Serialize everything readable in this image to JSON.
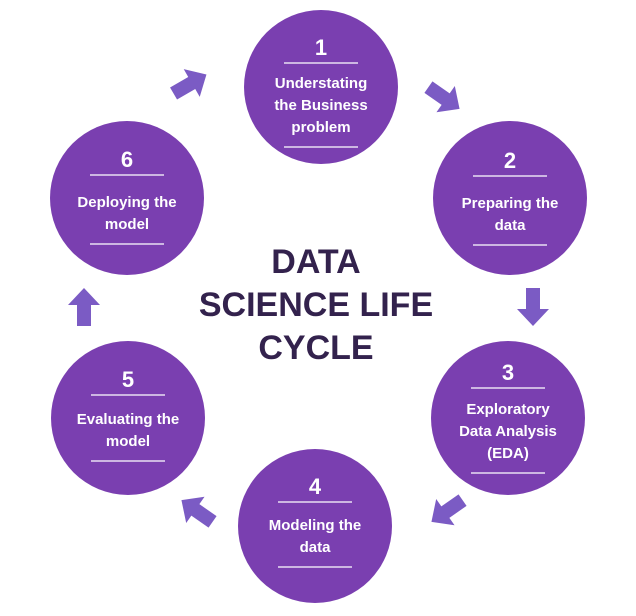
{
  "title_lines": [
    "DATA",
    "SCIENCE LIFE",
    "CYCLE"
  ],
  "colors": {
    "circle_fill": "#7a3fb0",
    "arrow_fill": "#7b5bc4",
    "title_text": "#33224d",
    "circle_text": "#ffffff"
  },
  "steps": [
    {
      "number": "1",
      "lines": [
        "Understating",
        "the Business",
        "problem"
      ]
    },
    {
      "number": "2",
      "lines": [
        "Preparing the",
        "data"
      ]
    },
    {
      "number": "3",
      "lines": [
        "Exploratory",
        "Data Analysis",
        "(EDA)"
      ]
    },
    {
      "number": "4",
      "lines": [
        "Modeling the",
        "data"
      ]
    },
    {
      "number": "5",
      "lines": [
        "Evaluating the",
        "model"
      ]
    },
    {
      "number": "6",
      "lines": [
        "Deploying the",
        "model"
      ]
    }
  ],
  "arrows": [
    {
      "from": "1",
      "to": "2",
      "icon": "arrow-right-down-icon"
    },
    {
      "from": "2",
      "to": "3",
      "icon": "arrow-down-icon"
    },
    {
      "from": "3",
      "to": "4",
      "icon": "arrow-left-down-icon"
    },
    {
      "from": "4",
      "to": "5",
      "icon": "arrow-left-up-icon"
    },
    {
      "from": "5",
      "to": "6",
      "icon": "arrow-up-icon"
    },
    {
      "from": "6",
      "to": "1",
      "icon": "arrow-right-up-icon"
    }
  ]
}
